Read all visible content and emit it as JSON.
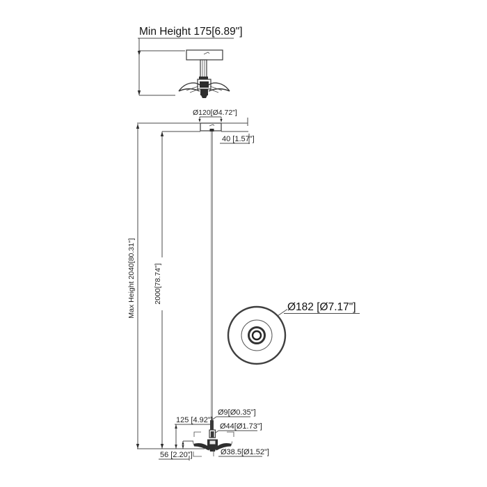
{
  "drawing": {
    "type": "pendant-lamp-dimension-drawing",
    "labels": {
      "min_height": "Min Height 175[6.89\"]",
      "canopy_diameter": "Ø120[Ø4.72\"]",
      "canopy_height": "40 [1.57\"]",
      "max_height": "Max Height 2040[80.31\"]",
      "cable_length": "2000[78.74\"]",
      "shade_diameter": "Ø182 [Ø7.17\"]",
      "cord_diameter": "Ø9[Ø0.35\"]",
      "stem_length": "125 [4.92\"]",
      "holder_diameter": "Ø44[Ø1.73\"]",
      "shade_height": "56 [2.20\"]",
      "finial_diameter": "Ø38.5[Ø1.52\"]"
    },
    "colors": {
      "line": "#4a4a4a",
      "dark_fill": "#2e2e2e",
      "text": "#1f1f1f",
      "background": "#ffffff"
    }
  }
}
